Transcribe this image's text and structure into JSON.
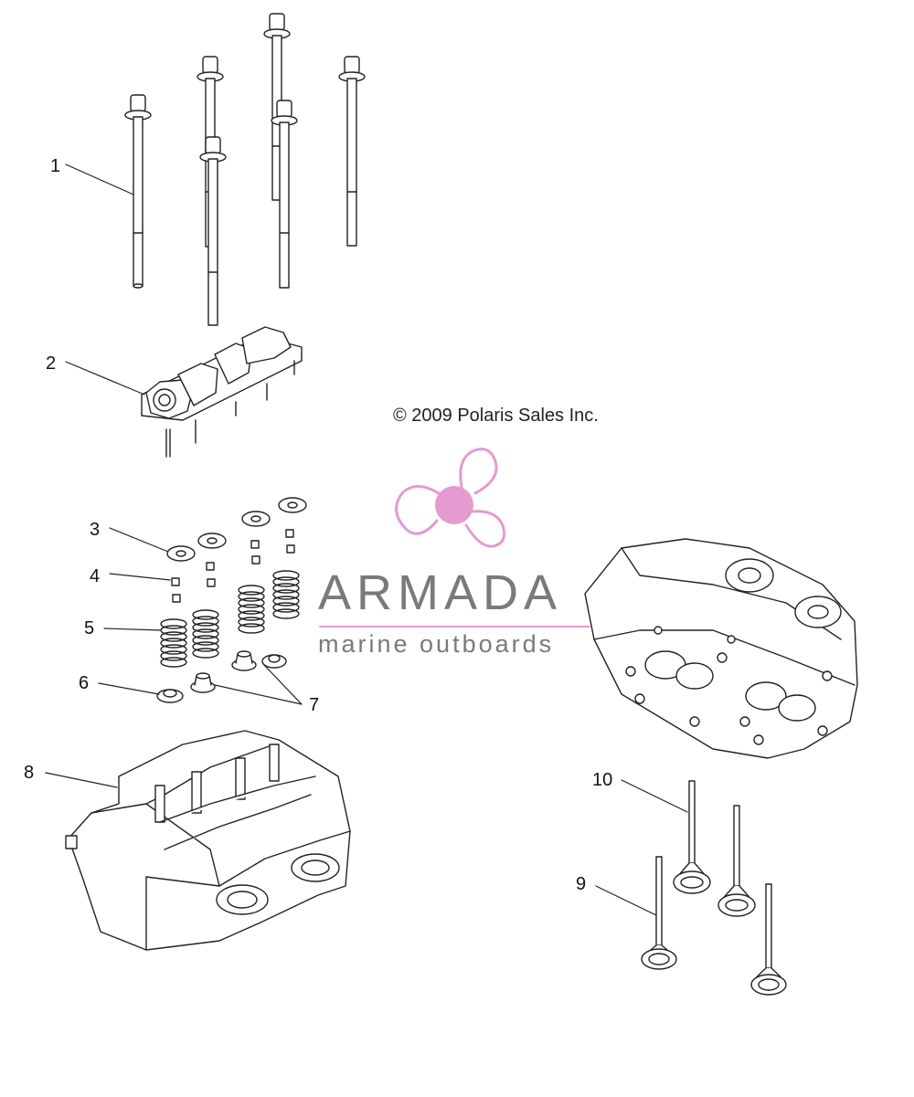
{
  "callouts": {
    "c1": "1",
    "c2": "2",
    "c3": "3",
    "c4": "4",
    "c5": "5",
    "c6": "6",
    "c7": "7",
    "c8": "8",
    "c9": "9",
    "c10": "10"
  },
  "copyright": "© 2009 Polaris Sales Inc.",
  "watermark": {
    "name": "ARMADA",
    "tagline": "marine outboards",
    "logo_icon": "propeller-icon",
    "accent_color": "#e59ad0",
    "text_color": "#7a7a7a"
  },
  "line_color": "#222222"
}
